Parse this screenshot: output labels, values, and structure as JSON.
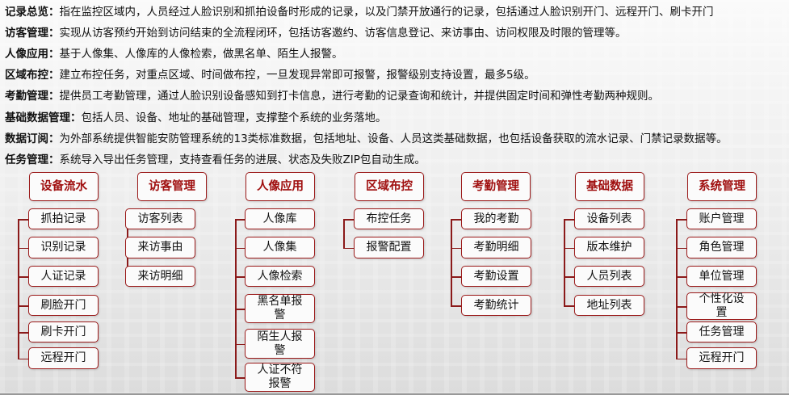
{
  "descriptions": [
    {
      "label": "记录总览：",
      "text": "指在监控区域内，人员经过人脸识别和抓拍设备时形成的记录，以及门禁开放通行的记录，包括通过人脸识别开门、远程开门、刷卡开门"
    },
    {
      "label": "访客管理：",
      "text": "实现从访客预约开始到访问结束的全流程闭环，包括访客邀约、访客信息登记、来访事由、访问权限及时限的管理等。"
    },
    {
      "label": "人像应用：",
      "text": "基于人像集、人像库的人像检索，做黑名单、陌生人报警。"
    },
    {
      "label": "区域布控：",
      "text": "建立布控任务，对重点区域、时间做布控，一旦发现异常即可报警，报警级别支持设置，最多5级。"
    },
    {
      "label": "考勤管理：",
      "text": "提供员工考勤管理，通过人脸识别设备感知到打卡信息，进行考勤的记录查询和统计，并提供固定时间和弹性考勤两种规则。"
    },
    {
      "label": "基础数据管理：",
      "text": "包括人员、设备、地址的基础管理，支撑整个系统的业务落地。"
    },
    {
      "label": "数据订阅：",
      "text": "为外部系统提供智能安防管理系统的13类标准数据，包括地址、设备、人员这类基础数据，也包括设备获取的流水记录、门禁记录数据等。"
    },
    {
      "label": "任务管理：",
      "text": "系统导入导出任务管理，支持查看任务的进展、状态及失败ZIP包自动生成。"
    }
  ],
  "modules": [
    {
      "title": "设备流水",
      "items": [
        "抓拍记录",
        "识别记录",
        "人证记录",
        "刷脸开门",
        "刷卡开门",
        "远程开门"
      ]
    },
    {
      "title": "访客管理",
      "items": [
        "访客列表",
        "来访事由",
        "来访明细"
      ]
    },
    {
      "title": "人像应用",
      "items": [
        "人像库",
        "人像集",
        "人像检索",
        "黑名单报警",
        "陌生人报警",
        "人证不符报警"
      ]
    },
    {
      "title": "区域布控",
      "items": [
        "布控任务",
        "报警配置"
      ]
    },
    {
      "title": "考勤管理",
      "items": [
        "我的考勤",
        "考勤明细",
        "考勤设置",
        "考勤统计"
      ]
    },
    {
      "title": "基础数据",
      "items": [
        "设备列表",
        "版本维护",
        "人员列表",
        "地址列表"
      ]
    },
    {
      "title": "系统管理",
      "items": [
        "账户管理",
        "角色管理",
        "单位管理",
        "个性化设置",
        "任务管理",
        "远程开门"
      ]
    }
  ],
  "colors": {
    "accent": "#9b1a1a"
  }
}
